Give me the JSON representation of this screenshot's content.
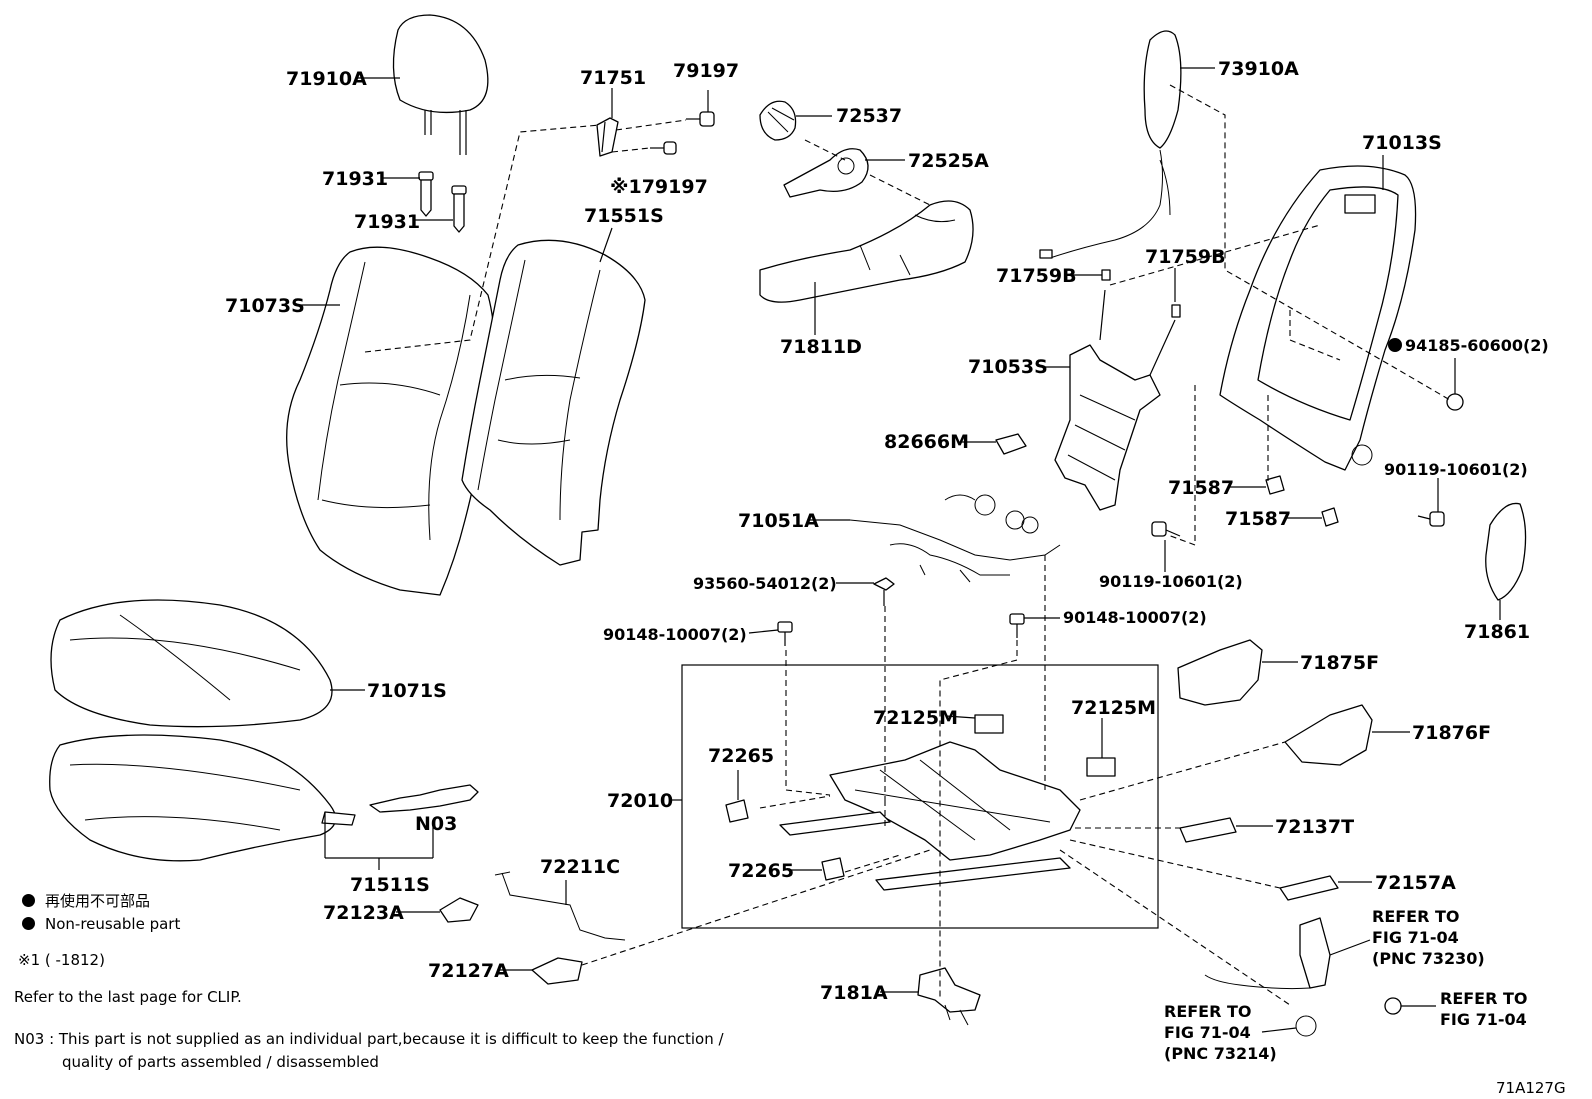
{
  "parts": {
    "p71910A": "71910A",
    "p71931a": "71931",
    "p71931b": "71931",
    "p71073S": "71073S",
    "p71751": "71751",
    "p79197": "79197",
    "p179197": "※179197",
    "p71551S": "71551S",
    "p72537": "72537",
    "p72525A": "72525A",
    "p71811D": "71811D",
    "p73910A": "73910A",
    "p71013S": "71013S",
    "p71759Ba": "71759B",
    "p71759Bb": "71759B",
    "p71053S": "71053S",
    "p94185": "94185-60600(2)",
    "p82666M": "82666M",
    "p71587a": "71587",
    "p71587b": "71587",
    "p90119a": "90119-10601(2)",
    "p90119b": "90119-10601(2)",
    "p71051A": "71051A",
    "p93560": "93560-54012(2)",
    "p90148a": "90148-10007(2)",
    "p90148b": "90148-10007(2)",
    "p71861": "71861",
    "p71071S": "71071S",
    "p71875F": "71875F",
    "p72125Ma": "72125M",
    "p72125Mb": "72125M",
    "p71876F": "71876F",
    "p72265a": "72265",
    "p72265b": "72265",
    "p72010": "72010",
    "pN03": "N03",
    "p71511S": "71511S",
    "p72137T": "72137T",
    "p72211C": "72211C",
    "p72157A": "72157A",
    "p72123A": "72123A",
    "p72127A": "72127A",
    "p7181A": "7181A"
  },
  "refs": {
    "r73230": [
      "REFER TO",
      "FIG 71-04",
      "(PNC 73230)"
    ],
    "r73214": [
      "REFER TO",
      "FIG 71-04",
      "(PNC 73214)"
    ],
    "r7104": [
      "REFER TO",
      "FIG 71-04"
    ]
  },
  "notes": {
    "legend_jp": "再使用不可部品",
    "legend_en": "Non-reusable part",
    "footnote": "※1 (      -1812)",
    "clip": "Refer to the last page for CLIP.",
    "n03_line1": "N03 : This part is not supplied as an individual part,because it is difficult to keep the function /",
    "n03_line2": "quality of parts assembled / disassembled"
  },
  "figure_id": "71A127G"
}
